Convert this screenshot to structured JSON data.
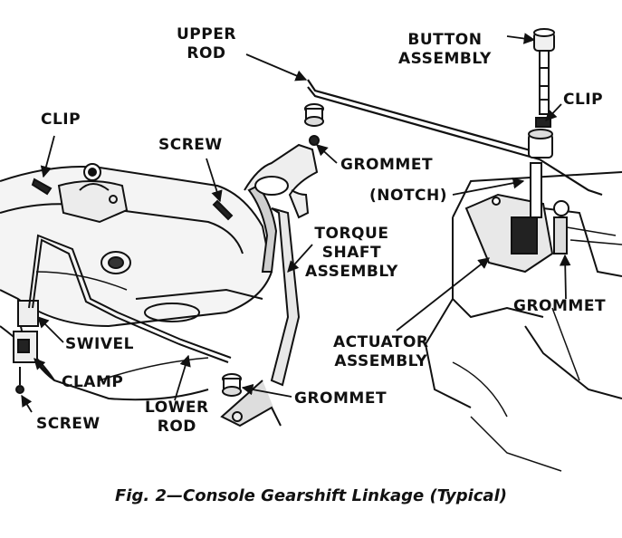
{
  "labels": {
    "upper_rod": [
      "UPPER",
      "ROD"
    ],
    "button_assembly": [
      "BUTTON",
      "ASSEMBLY"
    ],
    "clip_left": "CLIP",
    "clip_right": "CLIP",
    "screw_top": "SCREW",
    "grommet_top": "GROMMET",
    "notch": "(NOTCH)",
    "torque_shaft_assembly": [
      "TORQUE",
      "SHAFT",
      "ASSEMBLY"
    ],
    "grommet_right": "GROMMET",
    "swivel": "SWIVEL",
    "actuator_assembly": [
      "ACTUATOR",
      "ASSEMBLY"
    ],
    "clamp": "CLAMP",
    "grommet_bottom": "GROMMET",
    "lower_rod": [
      "LOWER",
      "ROD"
    ],
    "screw_bottom": "SCREW"
  },
  "caption": "Fig. 2—Console Gearshift Linkage (Typical)"
}
